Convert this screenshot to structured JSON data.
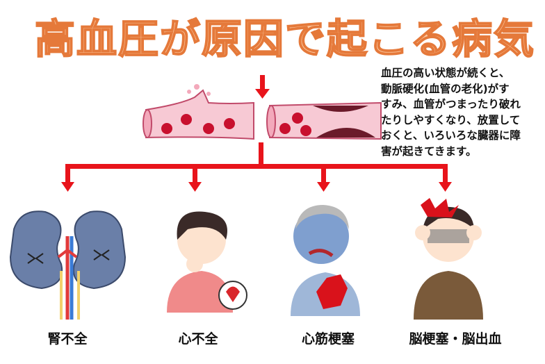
{
  "title": "高血圧が原因で起こる病気",
  "description_lines": [
    "血圧の高い状態が続くと、",
    "動脈硬化(血管の老化)がす",
    "すみ、血管がつまったり破れ",
    "たりしやすくなり、放置して",
    "おくと、いろいろな臓器に障",
    "害が起きてきます。"
  ],
  "diseases": [
    {
      "label": "腎不全"
    },
    {
      "label": "心不全"
    },
    {
      "label": "心筋梗塞"
    },
    {
      "label": "脳梗塞・脳出血"
    }
  ],
  "colors": {
    "arrow": "#e8141b",
    "title_fill": "#fbc69c",
    "title_stroke": "#e5793a",
    "vessel": "#f7c9d4",
    "blood": "#c8102e"
  }
}
